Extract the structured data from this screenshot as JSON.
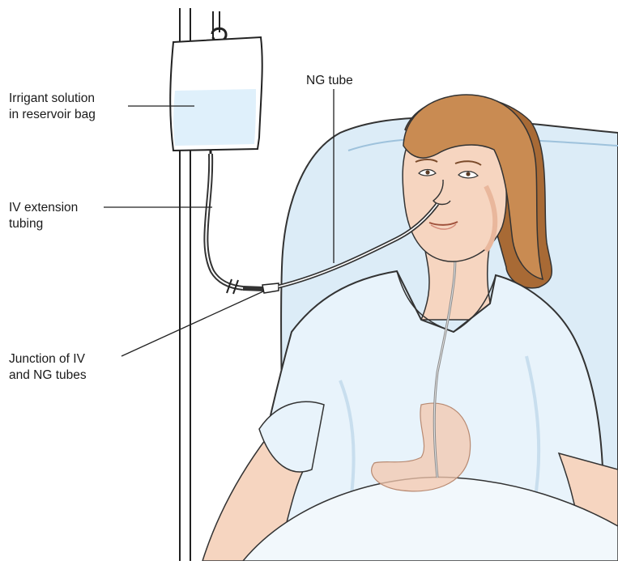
{
  "labels": {
    "irrigant": [
      "Irrigant solution",
      "in reservoir bag"
    ],
    "iv_extension": [
      "IV extension",
      "tubing"
    ],
    "junction": [
      "Junction of IV",
      "and NG tubes"
    ],
    "ng_tube": "NG tube"
  },
  "colors": {
    "skin": "#f6d5c0",
    "skin_shadow": "#e9b79c",
    "hair": "#c98b52",
    "hair_dark": "#a86a35",
    "gown": "#e8f3fb",
    "gown_shadow": "#c8deee",
    "bed": "#dcecf7",
    "solution": "#dff0fb",
    "stomach": "#f3c7ae",
    "outline": "#333333"
  }
}
